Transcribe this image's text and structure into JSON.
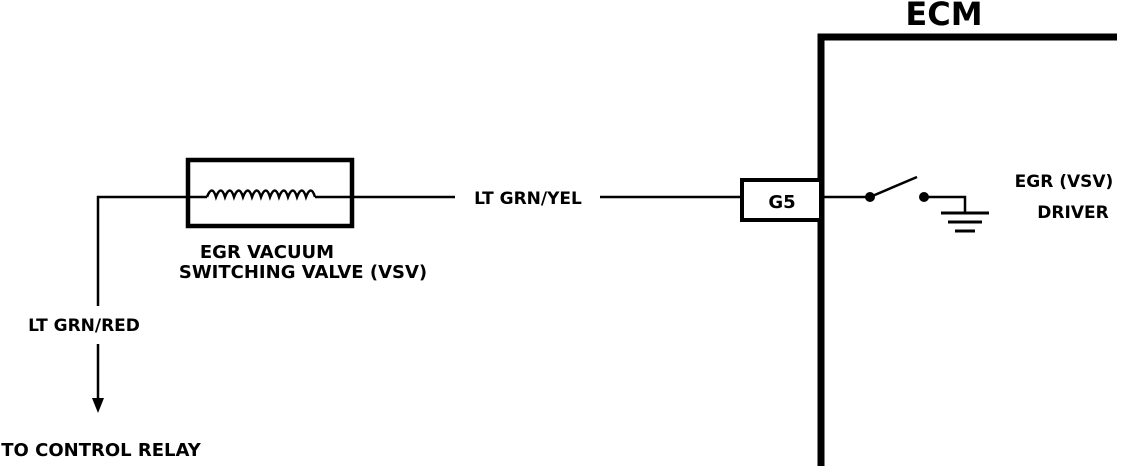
{
  "ecm": {
    "label": "ECM"
  },
  "connector": {
    "pin": "G5"
  },
  "wires": {
    "signal": "LT GRN/YEL",
    "supply": "LT GRN/RED"
  },
  "valve": {
    "line1": "EGR VACUUM",
    "line2": "SWITCHING VALVE (VSV)"
  },
  "driver": {
    "line1": "EGR (VSV)",
    "line2": "DRIVER"
  },
  "destination": "TO CONTROL RELAY",
  "colors": {
    "line": "#000000",
    "background": "#ffffff"
  }
}
